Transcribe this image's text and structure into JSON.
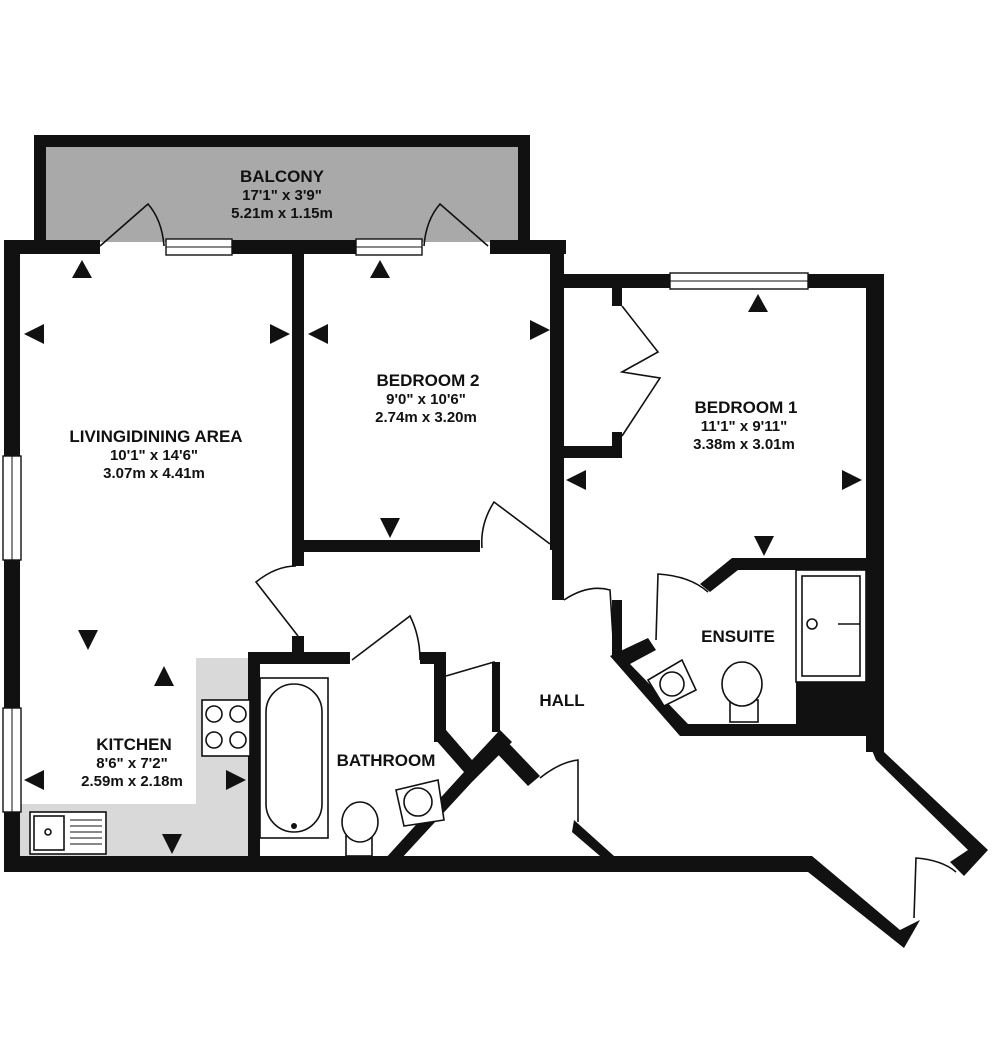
{
  "colors": {
    "wall": "#111111",
    "balcony_fill": "#a9a9a9",
    "kitchen_fill": "#d9d9d9",
    "background": "#ffffff"
  },
  "rooms": {
    "balcony": {
      "name": "BALCONY",
      "imperial": "17'1\"  x 3'9\"",
      "metric": "5.21m  x 1.15m"
    },
    "living": {
      "name": "LIVINGIDINING AREA",
      "imperial": "10'1\"  x 14'6\"",
      "metric": "3.07m  x 4.41m"
    },
    "bedroom2": {
      "name": "BEDROOM 2",
      "imperial": "9'0\"  x 10'6\"",
      "metric": "2.74m  x 3.20m"
    },
    "bedroom1": {
      "name": "BEDROOM 1",
      "imperial": "11'1\"  x 9'11\"",
      "metric": "3.38m  x 3.01m"
    },
    "kitchen": {
      "name": "KITCHEN",
      "imperial": "8'6\"  x 7'2\"",
      "metric": "2.59m  x 2.18m"
    },
    "bathroom": {
      "name": "BATHROOM"
    },
    "ensuite": {
      "name": "ENSUITE"
    },
    "hall": {
      "name": "HALL"
    }
  },
  "icons": [
    "dimension-arrow-icon",
    "door-swing-icon",
    "window-icon",
    "bathtub-icon",
    "toilet-icon",
    "washbasin-icon",
    "shower-tray-icon",
    "hob-icon",
    "sink-icon"
  ]
}
